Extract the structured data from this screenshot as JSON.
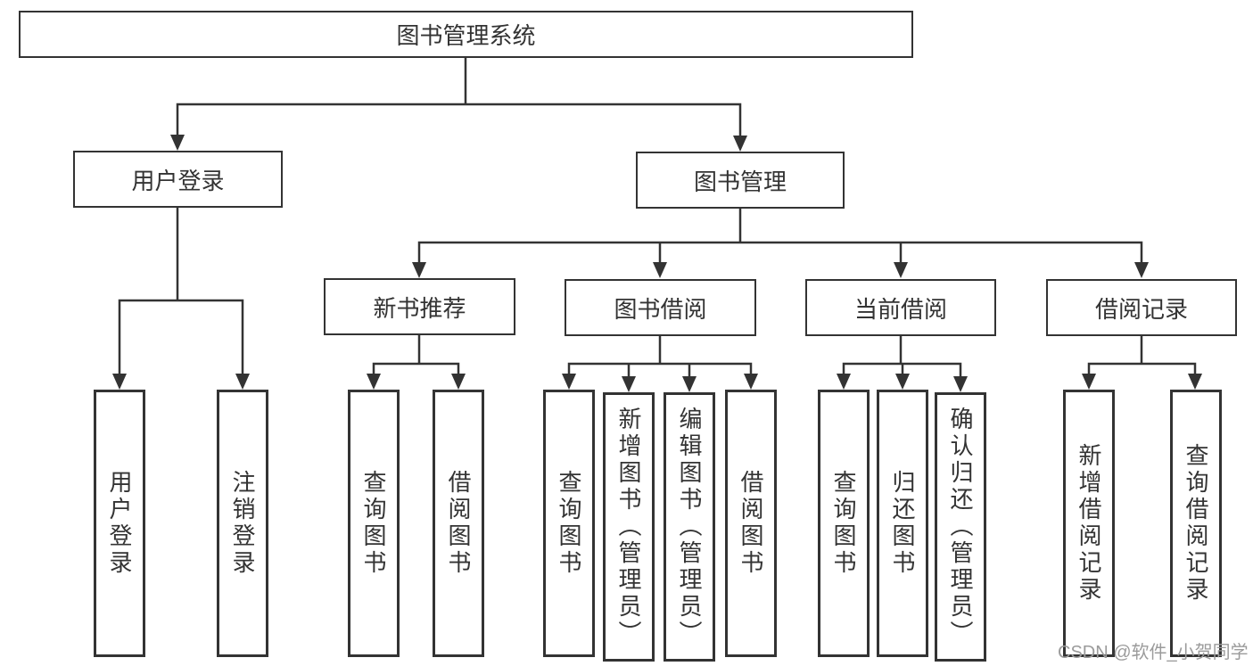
{
  "diagram": {
    "watermark": "CSDN @软件_小贺同学",
    "colors": {
      "line": "#333333",
      "text": "#333333",
      "box_background": "#ffffff",
      "watermark": "#9b9b9b",
      "background": "#ffffff"
    },
    "tree": {
      "label": "图书管理系统",
      "children": [
        {
          "label": "用户登录",
          "children": [
            {
              "label": "用户登录"
            },
            {
              "label": "注销登录"
            }
          ]
        },
        {
          "label": "图书管理",
          "children": [
            {
              "label": "新书推荐",
              "children": [
                {
                  "label": "查询图书"
                },
                {
                  "label": "借阅图书"
                }
              ]
            },
            {
              "label": "图书借阅",
              "children": [
                {
                  "label": "查询图书"
                },
                {
                  "label": "新增图书（管理员）"
                },
                {
                  "label": "编辑图书（管理员）"
                },
                {
                  "label": "借阅图书"
                }
              ]
            },
            {
              "label": "当前借阅",
              "children": [
                {
                  "label": "查询图书"
                },
                {
                  "label": "归还图书"
                },
                {
                  "label": "确认归还（管理员）"
                }
              ]
            },
            {
              "label": "借阅记录",
              "children": [
                {
                  "label": "新增借阅记录"
                },
                {
                  "label": "查询借阅记录"
                }
              ]
            }
          ]
        }
      ]
    }
  }
}
